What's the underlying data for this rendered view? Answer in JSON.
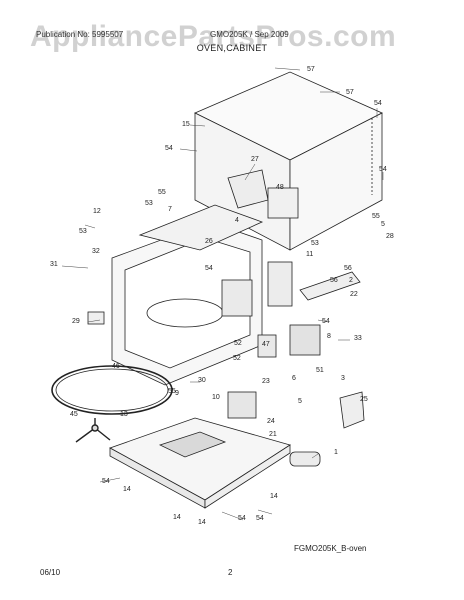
{
  "header": {
    "watermark": "AppliancePartsPros.com",
    "line_left": "Publication No: 5995507",
    "line_right": "GMO205K  /  Sep 2009",
    "section_title": "OVEN,CABINET"
  },
  "diagram": {
    "callouts": [
      "57",
      "57",
      "54",
      "15",
      "54",
      "54",
      "27",
      "48",
      "55",
      "53",
      "7",
      "12",
      "53",
      "4",
      "26",
      "55",
      "5",
      "28",
      "32",
      "31",
      "54",
      "53",
      "11",
      "56",
      "56",
      "2",
      "22",
      "29",
      "54",
      "52",
      "8",
      "33",
      "47",
      "52",
      "51",
      "6",
      "3",
      "46",
      "30",
      "55",
      "9",
      "10",
      "23",
      "5",
      "25",
      "45",
      "24",
      "13",
      "21",
      "1",
      "54",
      "14",
      "14",
      "14",
      "54",
      "14",
      "54"
    ],
    "drawing_code": "FGMO205K_B-oven"
  },
  "footer": {
    "date": "06/10",
    "page": "2"
  }
}
